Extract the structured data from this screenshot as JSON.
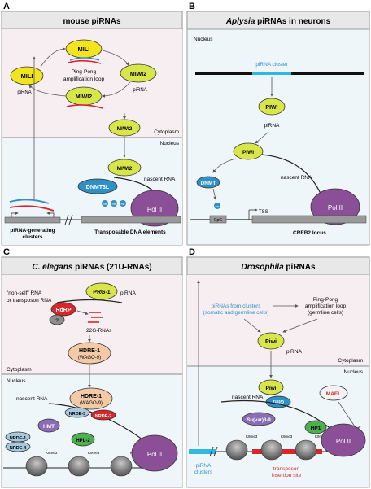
{
  "panels": {
    "A": {
      "letter": "A",
      "title": "mouse piRNAs",
      "mili_left": "MILI",
      "mili_top": "MILI",
      "miwi2_right": "MIWI2",
      "miwi2_bottom": "MIWI2",
      "piRNA_left": "piRNA",
      "piRNA_right": "piRNA",
      "pingpong_1": "Ping-Pong",
      "pingpong_2": "amplification loop",
      "miwi2_cyto": "MIWI2",
      "cytoplasm": "Cytoplasm",
      "nucleus": "Nucleus",
      "miwi2_nuc": "MIWI2",
      "nascent_rna": "nascent RNA",
      "dnmt3l": "DNMT3L",
      "me": "me",
      "pol2": "Pol II",
      "clusters_1": "piRNA-generating",
      "clusters_2": "clusters",
      "transposable": "Transposable DNA elements"
    },
    "B": {
      "letter": "B",
      "title_italic": "Aplysia",
      "title_rest": " piRNAs in neurons",
      "nucleus": "Nucleus",
      "cluster": "piRNA cluster",
      "piwi_top": "PIWI",
      "piRNA": "piRNA",
      "piwi_mid": "PIWI",
      "nascent_rna": "nascent RNA",
      "dnmt": "DNMT",
      "me": "me",
      "cpg": "CpG",
      "tss": "TSS",
      "pol2": "Pol II",
      "locus": "CREB2 locus"
    },
    "C": {
      "letter": "C",
      "title_italic": "C. elegans",
      "title_rest": " piRNAs (21U-RNAs)",
      "nonself_1": "\"non-self\" RNA",
      "nonself_2": "or transposon RNA",
      "prg1": "PRG-1",
      "piRNA": "piRNA",
      "rdrp": "RdRP",
      "q": "?",
      "g22": "22G-RNAs",
      "hdre_1": "HDRE-1",
      "hdre_1b": "(WAGO-9)",
      "cytoplasm": "Cytoplasm",
      "nucleus": "Nucleus",
      "nascent_rna": "nascent RNA",
      "hdre_2": "HDRE-1",
      "hdre_2b": "(WAGO-9)",
      "nrde3": "NRDE-3",
      "nrde2": "NRDE-2",
      "hmt": "HMT",
      "nrde1": "NRDE-1",
      "nrde4": "NRDE-4",
      "hpl2": "HPL-2",
      "k9me3": "K9me3",
      "pol2": "Pol II"
    },
    "D": {
      "letter": "D",
      "title_italic": "Drosophila",
      "title_rest": " piRNAs",
      "from_1": "piRNAs from clusters",
      "from_2": "(somatic and germline cells)",
      "pp_1": "Ping-Pong",
      "pp_2": "amplification loop",
      "pp_3": "(germline cells)",
      "piwi_top": "Piwi",
      "piRNA": "piRNA",
      "cytoplasm": "Cytoplasm",
      "nucleus": "Nucleus",
      "piwi_nuc": "Piwi",
      "nascent_rna": "nascent RNA",
      "mael": "MAEL",
      "gtsf": "Gtsf1",
      "suvar": "Su(var)3-9",
      "hp1": "HP1",
      "k9me3": "K9me3",
      "pol2": "Pol II",
      "clusters_1": "piRNA",
      "clusters_2": "clusters",
      "insertion_1": "transposon",
      "insertion_2": "insertion site"
    }
  },
  "colors": {
    "cyto_bg": "#f7eef2",
    "nuc_bg": "#eef6fa",
    "lime": "#d8e64a",
    "yellow": "#f2e41e",
    "purple": "#8b4f98",
    "blue": "#2f8fc6",
    "red": "#d9262b",
    "grey": "#8e8e8e"
  }
}
